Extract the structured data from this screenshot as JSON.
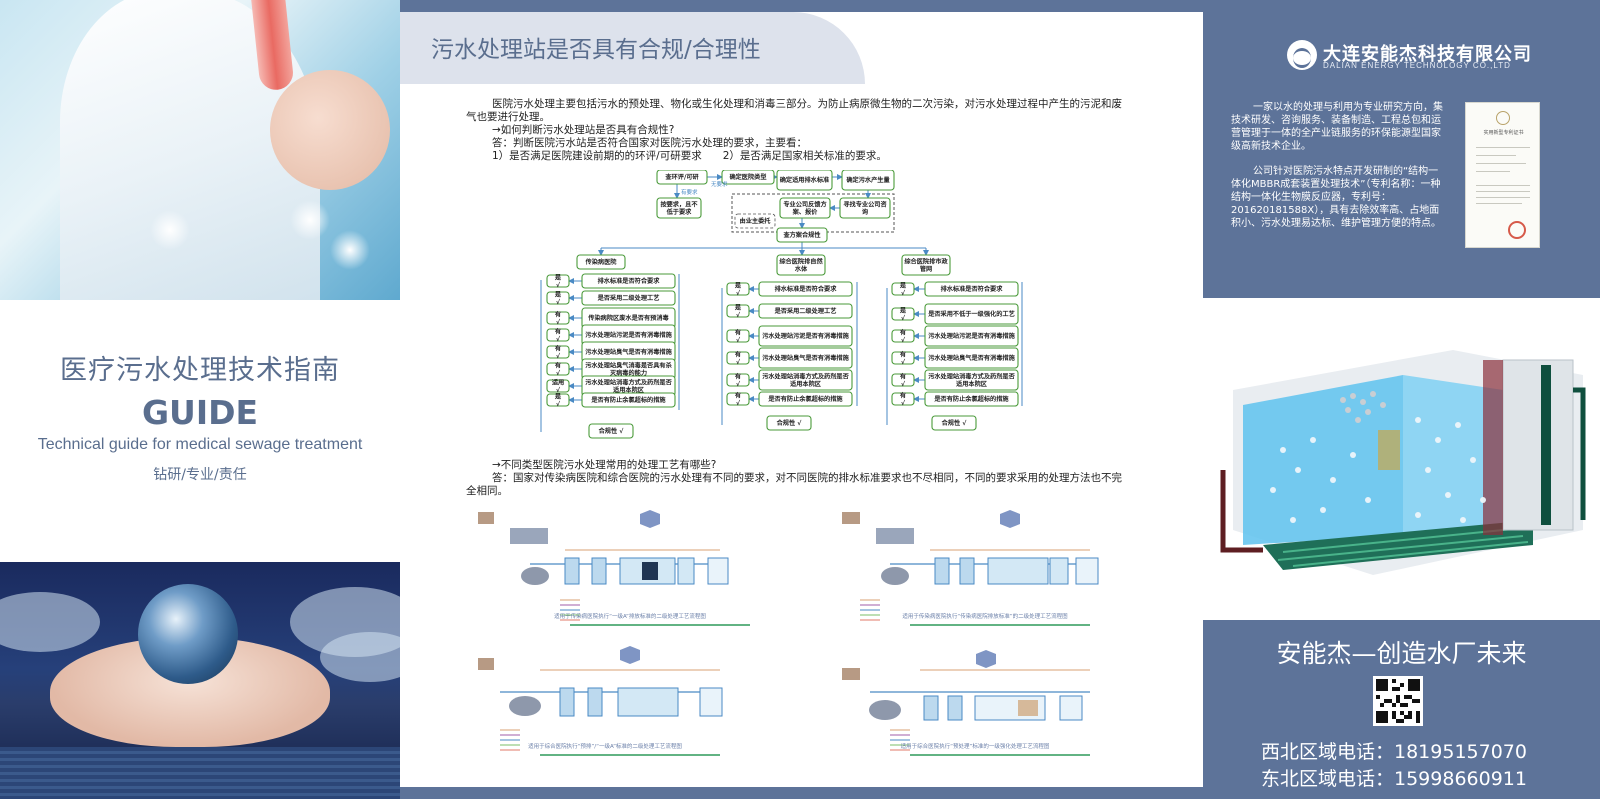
{
  "left": {
    "title_cn": "医疗污水处理技术指南",
    "title_en_word": "GUIDE",
    "subtitle_en": "Technical guide for medical sewage treatment",
    "tagline": "钻研/专业/责任"
  },
  "center": {
    "section_title": "污水处理站是否具有合规/合理性",
    "intro": {
      "p1": "医院污水处理主要包括污水的预处理、物化或生化处理和消毒三部分。为防止病原微生物的二次污染，对污水处理过程中产生的污泥和废气也要进行处理。",
      "q1": "→如何判断污水处理站是否具有合规性?",
      "a1": "答：判断医院污水站是否符合国家对医院污水处理的要求，主要看：",
      "a1_items": "1）是否满足医院建设前期的的环评/可研要求　　2）是否满足国家相关标准的要求。"
    },
    "flowchart": {
      "top": [
        "查环评/可研",
        "确定医院类型",
        "确定适用排水标准",
        "确定污水产生量"
      ],
      "side_note": "无要求",
      "has_req": "有要求",
      "req_box": "按要求，且不低于要求",
      "expert": "专业公司反馈方案、报价",
      "find_co": "寻找专业公司咨询",
      "owner": "由业主委托",
      "check": "查方案合规性",
      "categories": [
        "传染病医院",
        "综合医院排自然水体",
        "综合医院排市政管网"
      ],
      "col1": [
        {
          "tag": "是 √",
          "text": "排水标准是否符合要求"
        },
        {
          "tag": "是 √",
          "text": "是否采用二级处理工艺"
        },
        {
          "tag": "有 √",
          "text": "传染病院区废水是否有预消毒"
        },
        {
          "tag": "有 √",
          "text": "污水处理站污泥是否有消毒措施"
        },
        {
          "tag": "有 √",
          "text": "污水处理站臭气是否有消毒措施"
        },
        {
          "tag": "有 √",
          "text": "污水处理站臭气消毒是否具有杀灭病毒的能力"
        },
        {
          "tag": "适用 √",
          "text": "污水处理站消毒方式及药剂是否适用本院区"
        },
        {
          "tag": "是 √",
          "text": "是否有防止余氯超标的措施"
        }
      ],
      "col2": [
        {
          "tag": "是 √",
          "text": "排水标准是否符合要求"
        },
        {
          "tag": "是 √",
          "text": "是否采用二级处理工艺"
        },
        {
          "tag": "有 √",
          "text": "污水处理站污泥是否有消毒措施"
        },
        {
          "tag": "有 √",
          "text": "污水处理站臭气是否有消毒措施"
        },
        {
          "tag": "有 √",
          "text": "污水处理站消毒方式及药剂是否适用本院区"
        },
        {
          "tag": "有 √",
          "text": "是否有防止余氯超标的措施"
        }
      ],
      "col3": [
        {
          "tag": "是 √",
          "text": "排水标准是否符合要求"
        },
        {
          "tag": "是 √",
          "text": "是否采用不低于一级强化的工艺"
        },
        {
          "tag": "有 √",
          "text": "污水处理站污泥是否有消毒措施"
        },
        {
          "tag": "有 √",
          "text": "污水处理站臭气是否有消毒措施"
        },
        {
          "tag": "有 √",
          "text": "污水处理站消毒方式及药剂是否适用本院区"
        },
        {
          "tag": "有 √",
          "text": "是否有防止余氯超标的措施"
        }
      ],
      "result": "合规性 √"
    },
    "qa2": {
      "q": "→不同类型医院污水处理常用的处理工艺有哪些?",
      "a": "答：国家对传染病医院和综合医院的污水处理有不同的要求，对不同医院的排水标准要求也不尽相同，不同的要求采用的处理方法也不完全相同。"
    },
    "process_captions": [
      "适用于传染病医院执行“一级A”排放标准的二级处理工艺流程图",
      "适用于传染病医院执行“传染病医院排放标准”的二级处理工艺流程图",
      "适用于综合医院执行“预排”/“一级A”标准的二级处理工艺流程图",
      "适用于综合医院执行“预处理”标准的一级强化处理工艺流程图"
    ]
  },
  "right": {
    "company_cn": "大连安能杰科技有限公司",
    "company_en": "DALIAN  ENERGY  TECHNOLOGY  CO.,LTD",
    "desc_p1": "一家以水的处理与利用为专业研究方向，集技术研发、咨询服务、装备制造、工程总包和运营管理于一体的全产业链服务的环保能源型国家级高新技术企业。",
    "desc_p2": "公司针对医院污水特点开发研制的“结构一体化MBBR成套装置处理技术”（专利名称：一种结构一体化生物膜反应器，专利号：201620181588X），具有去除效率高、占地面积小、污水处理易达标、维护管理方便的特点。",
    "certificate_title": "实用新型专利证书",
    "slogan": "安能杰—创造水厂未来",
    "phone_northwest": "西北区域电话：18195157070",
    "phone_northeast": "东北区域电话：15998660911"
  }
}
